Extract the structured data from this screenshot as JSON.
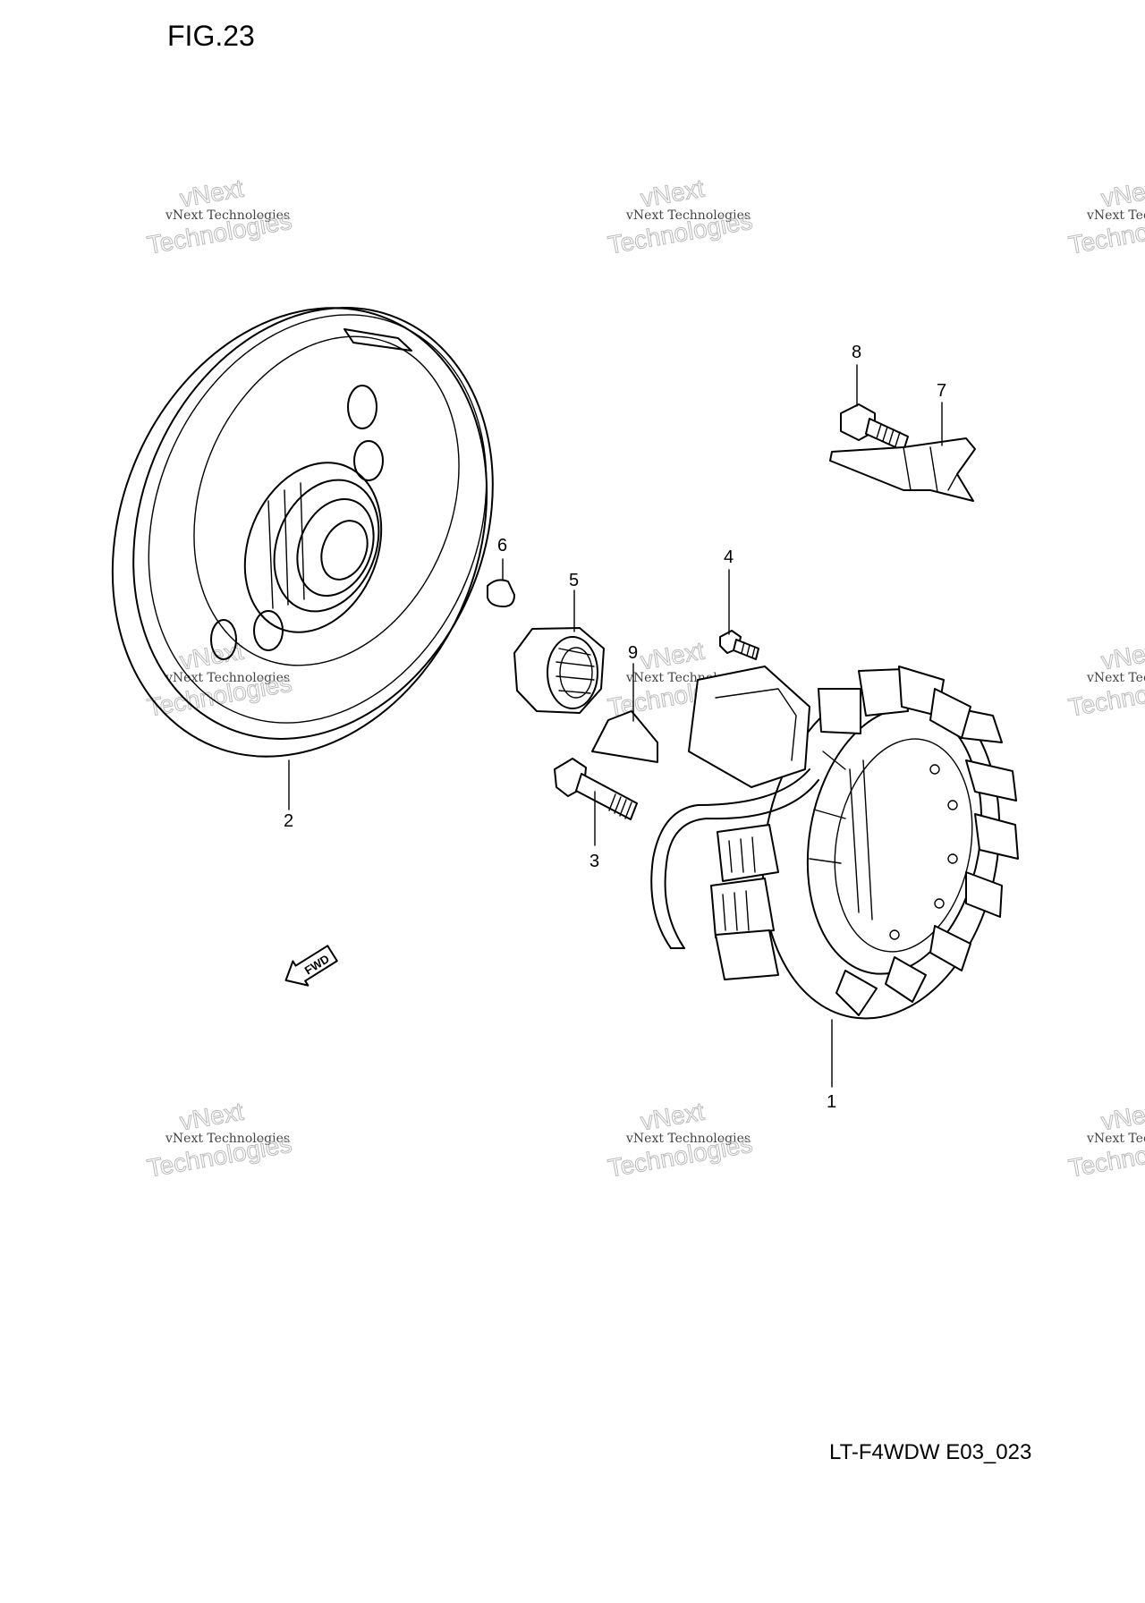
{
  "figure": {
    "title": "FIG.23",
    "code": "LT-F4WDW E03_023"
  },
  "callouts": [
    "1",
    "2",
    "3",
    "4",
    "5",
    "6",
    "7",
    "8",
    "9"
  ],
  "direction_marker": {
    "label": "FWD",
    "icon": "fwd-arrow-icon"
  },
  "watermark": {
    "line1": "vNext Technologies",
    "line2": "vNext",
    "line3": "Technologies"
  }
}
